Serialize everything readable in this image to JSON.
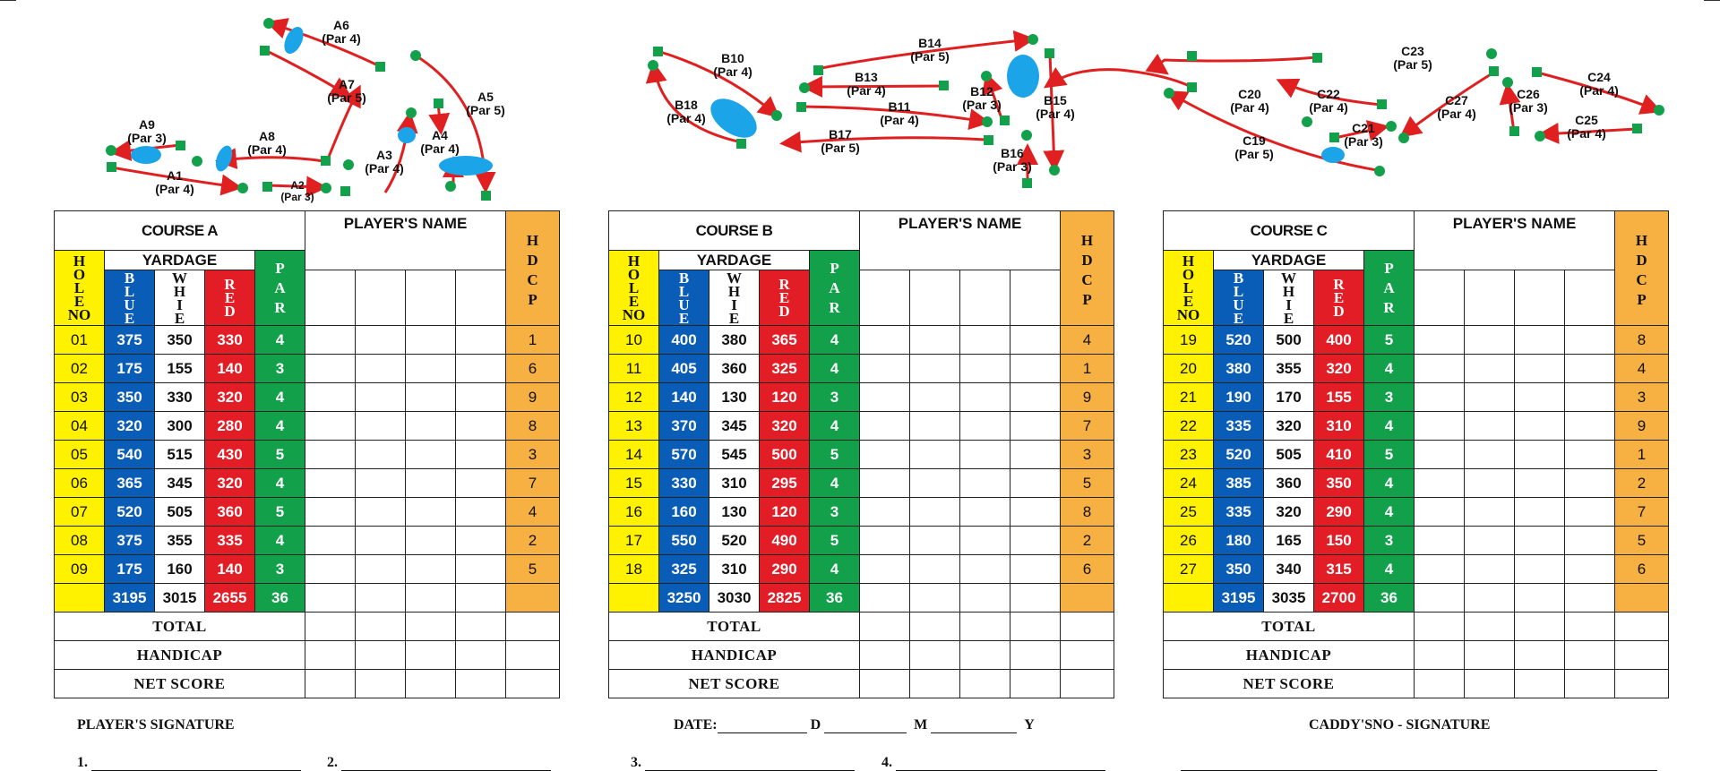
{
  "colors": {
    "blue": "#0a5db6",
    "red": "#e31d25",
    "green": "#12a04a",
    "yellow": "#fff200",
    "orange": "#f7b042",
    "path": "#e02020",
    "hazard": "#1ba4e8"
  },
  "maps": [
    {
      "holes": [
        {
          "name": "A6",
          "par": "(Par 4)"
        },
        {
          "name": "A7",
          "par": "(Par 5)"
        },
        {
          "name": "A5",
          "par": "(Par 5)"
        },
        {
          "name": "A4",
          "par": "(Par 4)"
        },
        {
          "name": "A3",
          "par": "(Par 4)"
        },
        {
          "name": "A8",
          "par": "(Par 4)"
        },
        {
          "name": "A9",
          "par": "(Par 3)"
        },
        {
          "name": "A1",
          "par": "(Par 4)"
        },
        {
          "name": "A2",
          "par": "(Par 3)"
        }
      ]
    },
    {
      "holes": [
        {
          "name": "B10",
          "par": "(Par 4)"
        },
        {
          "name": "B18",
          "par": "(Par 4)"
        },
        {
          "name": "B14",
          "par": "(Par 5)"
        },
        {
          "name": "B13",
          "par": "(Par 4)"
        },
        {
          "name": "B11",
          "par": "(Par 4)"
        },
        {
          "name": "B12",
          "par": "(Par 3)"
        },
        {
          "name": "B15",
          "par": "(Par 4)"
        },
        {
          "name": "B17",
          "par": "(Par 5)"
        },
        {
          "name": "B16",
          "par": "(Par 3)"
        }
      ]
    },
    {
      "holes": [
        {
          "name": "C23",
          "par": "(Par 5)"
        },
        {
          "name": "C20",
          "par": "(Par 4)"
        },
        {
          "name": "C22",
          "par": "(Par 4)"
        },
        {
          "name": "C27",
          "par": "(Par 4)"
        },
        {
          "name": "C26",
          "par": "(Par 3)"
        },
        {
          "name": "C24",
          "par": "(Par 4)"
        },
        {
          "name": "C25",
          "par": "(Par 4)"
        },
        {
          "name": "C21",
          "par": "(Par 3)"
        },
        {
          "name": "C19",
          "par": "(Par 5)"
        }
      ]
    }
  ],
  "headers": {
    "players_name": "PLAYER'S NAME",
    "yardage": "YARDAGE",
    "hole_no": [
      "H",
      "O",
      "L",
      "E",
      "NO"
    ],
    "blue": [
      "B",
      "L",
      "U",
      "E"
    ],
    "white": [
      "W",
      "H",
      "I",
      "E"
    ],
    "red": [
      "R",
      "E",
      "D"
    ],
    "par": [
      "P",
      "A",
      "R"
    ],
    "hdcp": [
      "H",
      "D",
      "C",
      "P"
    ],
    "total": "TOTAL",
    "handicap": "HANDICAP",
    "net_score": "NET SCORE"
  },
  "courses": [
    {
      "title": "COURSE A",
      "rows": [
        [
          "01",
          "375",
          "350",
          "330",
          "4",
          "1"
        ],
        [
          "02",
          "175",
          "155",
          "140",
          "3",
          "6"
        ],
        [
          "03",
          "350",
          "330",
          "320",
          "4",
          "9"
        ],
        [
          "04",
          "320",
          "300",
          "280",
          "4",
          "8"
        ],
        [
          "05",
          "540",
          "515",
          "430",
          "5",
          "3"
        ],
        [
          "06",
          "365",
          "345",
          "320",
          "4",
          "7"
        ],
        [
          "07",
          "520",
          "505",
          "360",
          "5",
          "4"
        ],
        [
          "08",
          "375",
          "355",
          "335",
          "4",
          "2"
        ],
        [
          "09",
          "175",
          "160",
          "140",
          "3",
          "5"
        ]
      ],
      "totals": [
        "3195",
        "3015",
        "2655",
        "36"
      ]
    },
    {
      "title": "COURSE B",
      "rows": [
        [
          "10",
          "400",
          "380",
          "365",
          "4",
          "4"
        ],
        [
          "11",
          "405",
          "360",
          "325",
          "4",
          "1"
        ],
        [
          "12",
          "140",
          "130",
          "120",
          "3",
          "9"
        ],
        [
          "13",
          "370",
          "345",
          "320",
          "4",
          "7"
        ],
        [
          "14",
          "570",
          "545",
          "500",
          "5",
          "3"
        ],
        [
          "15",
          "330",
          "310",
          "295",
          "4",
          "5"
        ],
        [
          "16",
          "160",
          "130",
          "120",
          "3",
          "8"
        ],
        [
          "17",
          "550",
          "520",
          "490",
          "5",
          "2"
        ],
        [
          "18",
          "325",
          "310",
          "290",
          "4",
          "6"
        ]
      ],
      "totals": [
        "3250",
        "3030",
        "2825",
        "36"
      ]
    },
    {
      "title": "COURSE C",
      "rows": [
        [
          "19",
          "520",
          "500",
          "400",
          "5",
          "8"
        ],
        [
          "20",
          "380",
          "355",
          "320",
          "4",
          "4"
        ],
        [
          "21",
          "190",
          "170",
          "155",
          "3",
          "3"
        ],
        [
          "22",
          "335",
          "320",
          "310",
          "4",
          "9"
        ],
        [
          "23",
          "520",
          "505",
          "410",
          "5",
          "1"
        ],
        [
          "24",
          "385",
          "360",
          "350",
          "4",
          "2"
        ],
        [
          "25",
          "335",
          "320",
          "290",
          "4",
          "7"
        ],
        [
          "26",
          "180",
          "165",
          "150",
          "3",
          "5"
        ],
        [
          "27",
          "350",
          "340",
          "315",
          "4",
          "6"
        ]
      ],
      "totals": [
        "3195",
        "3035",
        "2700",
        "36"
      ]
    }
  ],
  "footer": {
    "player_signature": "PLAYER'S SIGNATURE",
    "date_label": "DATE:",
    "d": "D",
    "m": "M",
    "y": "Y",
    "caddy": "CADDY'SNO - SIGNATURE",
    "n1": "1.",
    "n2": "2.",
    "n3": "3.",
    "n4": "4."
  }
}
